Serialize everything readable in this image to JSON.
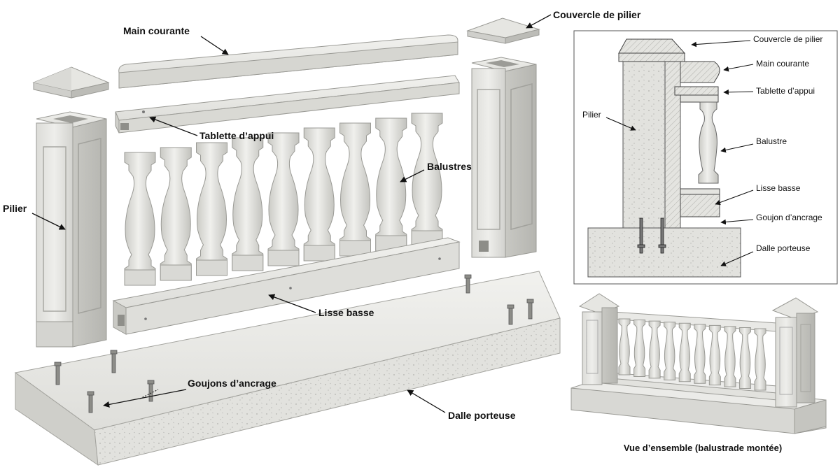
{
  "exploded_view": {
    "labels": {
      "handrail": "Main courante",
      "post_cap": "Couvercle de pilier",
      "sill_rail": "Tablette d’appui",
      "balusters": "Balustres",
      "post": "Pilier",
      "bottom_rail": "Lisse basse",
      "anchor_dowels": "Goujons d’ancrage",
      "slab": "Dalle porteuse"
    }
  },
  "section_view": {
    "labels": {
      "post_cap": "Couvercle de pilier",
      "handrail": "Main courante",
      "sill_rail": "Tablette d’appui",
      "post": "Pilier",
      "baluster": "Balustre",
      "bottom_rail": "Lisse basse",
      "anchor_dowel": "Goujon d’ancrage",
      "slab": "Dalle porteuse"
    }
  },
  "assembled_view": {
    "caption": "Vue d’ensemble (balustrade montée)"
  },
  "colors": {
    "concrete_light": "#e9e9e6",
    "concrete_mid": "#d6d6d2",
    "concrete_dark": "#b9b9b4",
    "edge": "#8f8f8a",
    "arrow": "#111111"
  }
}
